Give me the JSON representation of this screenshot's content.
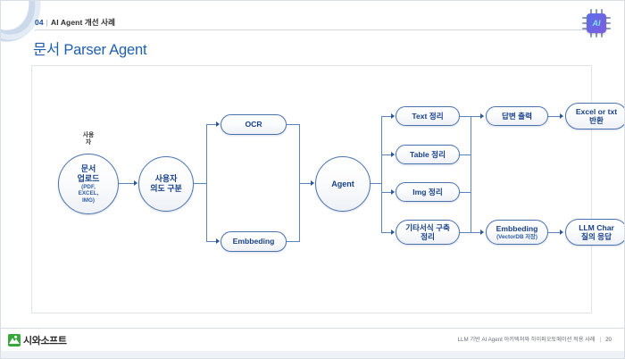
{
  "header": {
    "section_number": "04",
    "separator": "|",
    "section_label": "AI Agent 개선 사례",
    "title": "문서 Parser Agent",
    "badge_icon": "ai-chip-icon",
    "badge_label": "AI"
  },
  "diagram": {
    "caption_user": "사용\n자",
    "caption_user_line1": "사용",
    "caption_user_line2": "자",
    "nodes": {
      "upload": {
        "line1": "문서",
        "line2": "업로드",
        "sub": "(PDF,\nEXCEL,\nIMG)",
        "sub1": "(PDF,",
        "sub2": "EXCEL,",
        "sub3": "IMG)"
      },
      "intent": {
        "line1": "사용자",
        "line2": "의도 구분"
      },
      "ocr": {
        "line1": "OCR"
      },
      "embedding_left": {
        "line1": "Embbeding"
      },
      "agent": {
        "line1": "Agent"
      },
      "text_org": {
        "line1": "Text 정리"
      },
      "table_org": {
        "line1": "Table 정리"
      },
      "img_org": {
        "line1": "Img 정리"
      },
      "etc_org": {
        "line1": "기타서식 구축",
        "line2": "정리"
      },
      "answer_out": {
        "line1": "답변 출력"
      },
      "embedding_right": {
        "line1": "Embbeding",
        "sub": "(VectorDB 저장)"
      },
      "excel_txt": {
        "line1": "Excel or txt",
        "line2": "반환"
      },
      "llm_char": {
        "line1": "LLM Char",
        "line2": "질의 응답"
      }
    }
  },
  "footer": {
    "logo_icon": "siwasoft-logo-icon",
    "logo_text": "시와소프트",
    "note": "LLM 기반 AI Agent 아키텍쳐와 하이퍼오토메이션 적용 사례",
    "separator": "|",
    "page_number": "20"
  },
  "colors": {
    "title_blue": "#1f5fb0",
    "node_border": "#4a72ae",
    "node_text": "#163f87",
    "connector": "#5b84bd",
    "logo_green": "#37a93c"
  }
}
